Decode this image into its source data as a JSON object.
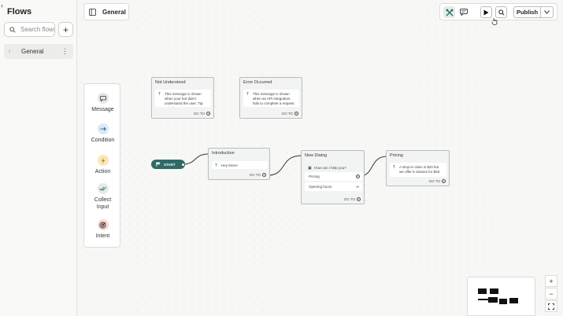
{
  "sidebar": {
    "title": "Flows",
    "search_placeholder": "Search flows",
    "add_label": "+",
    "items": [
      {
        "label": "General"
      }
    ]
  },
  "header": {
    "current_flow": "General"
  },
  "toolbar": {
    "publish_label": "Publish"
  },
  "palette": {
    "items": [
      {
        "label": "Message",
        "icon": "message-icon",
        "color": "#e6e6e6"
      },
      {
        "label": "Condition",
        "icon": "arrow-right-icon",
        "color": "#dbe8f5"
      },
      {
        "label": "Action",
        "icon": "lightning-icon",
        "color": "#fbe6b8"
      },
      {
        "label": "Collect Input",
        "icon": "double-check-icon",
        "color": "#e3ebe5"
      },
      {
        "label": "Intent",
        "icon": "target-icon",
        "color": "#f7d9cd"
      }
    ]
  },
  "canvas": {
    "start_label": "START",
    "goto_label": "GO TO",
    "nodes": {
      "not_understood": {
        "title": "Not Understood",
        "text": "This message is shown when your bot didn't understand the user. Tip: ask the user to..."
      },
      "error_occurred": {
        "title": "Error Occurred",
        "text": "This message is shown when an API integration fails to complete a request. Tip:..."
      },
      "introduction": {
        "title": "Introduction",
        "text": "Hey there!"
      },
      "new_dialog": {
        "title": "New Dialog",
        "question": "How can I help you?",
        "choices": [
          "Pricing",
          "Opening hours"
        ]
      },
      "pricing": {
        "title": "Pricing",
        "text": "A drop-in class is $20 but we offer 6 classes for $50"
      }
    }
  },
  "colors": {
    "accent": "#2f6a67",
    "canvas_bg": "#f7f7f5"
  }
}
